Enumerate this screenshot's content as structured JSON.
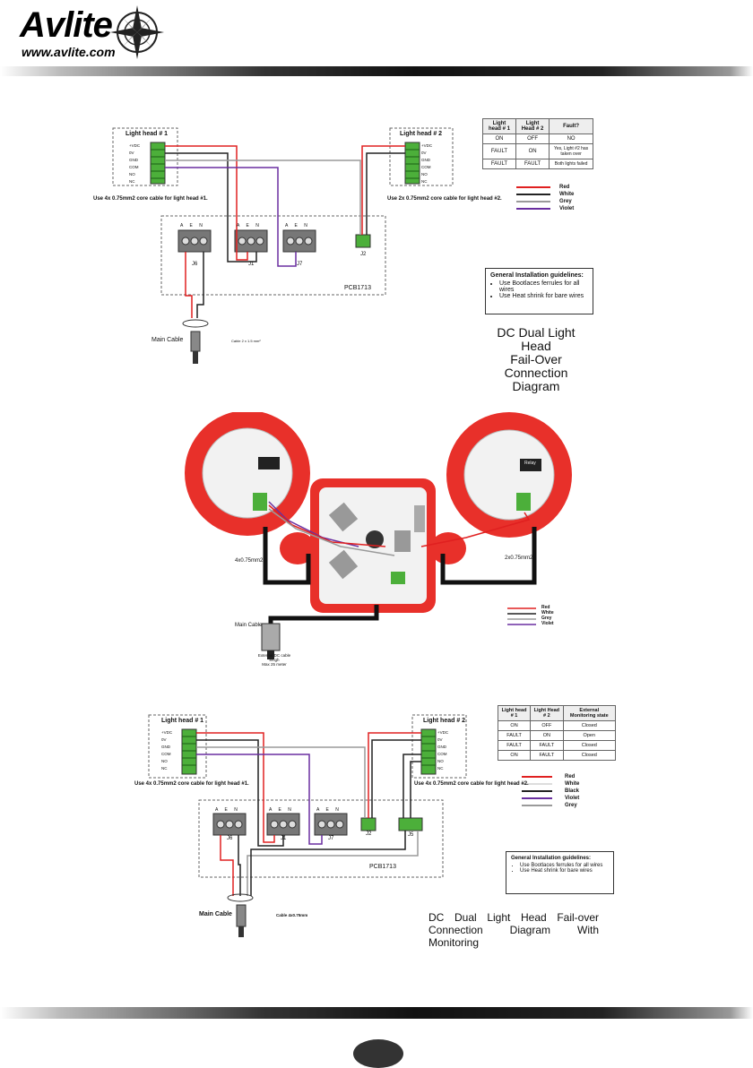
{
  "header": {
    "logo_text": "Avlite",
    "url": "www.avlite.com"
  },
  "diagram1": {
    "lh1_title": "Light head # 1",
    "lh2_title": "Light head # 2",
    "terminal_labels": [
      "+VDC",
      "0V",
      "GND",
      "COM",
      "NO",
      "NC"
    ],
    "lh1_cable_note": "Use 4x 0.75mm2 core cable for light head #1.",
    "lh2_cable_note": "Use 2x 0.75mm2 core cable for light head #2.",
    "connectors": {
      "j6": "J6",
      "j1": "J1",
      "j7": "J7",
      "j2": "J2"
    },
    "aen": [
      "A",
      "E",
      "N"
    ],
    "pcb": "PCB1713",
    "main_cable": "Main Cable",
    "cable_spec": "Cable 2 x 1.5 mm²",
    "table": {
      "headers": [
        "Light head # 1",
        "Light Head # 2",
        "Fault?"
      ],
      "rows": [
        [
          "ON",
          "OFF",
          "NO"
        ],
        [
          "FAULT",
          "ON",
          "Yes, Light #2 has taken over"
        ],
        [
          "FAULT",
          "FAULT",
          "Both lights failed"
        ]
      ]
    },
    "legend": [
      "Red",
      "White",
      "Grey",
      "Violet"
    ],
    "guidelines": {
      "title": "General Installation guidelines:",
      "items": [
        "Use Bootlaces ferrules for all wires",
        "Use Heat shrink for bare wires"
      ]
    },
    "title_lines": [
      "DC Dual Light Head",
      "Fail-Over",
      "Connection Diagram"
    ]
  },
  "diagram2": {
    "left_cable": "4x0.75mm2",
    "right_cable": "2x0.75mm2",
    "main_cable": "Main Cable",
    "ext_note_1": "External DC cable lengh",
    "ext_note_2": "Max 25 meter",
    "relay_label": "Relay",
    "legend": [
      "Red",
      "White",
      "Grey",
      "Violet"
    ]
  },
  "diagram3": {
    "lh1_title": "Light head # 1",
    "lh2_title": "Light head # 2",
    "lh1_cable_note": "Use 4x 0.75mm2 core cable for light head #1.",
    "lh2_cable_note": "Use 4x 0.75mm2 core cable for light head #2.",
    "connectors": {
      "j6": "J6",
      "j1": "J1",
      "j7": "J7",
      "j2": "J2",
      "j5": "J5"
    },
    "pcb": "PCB1713",
    "main_cable": "Main Cable",
    "cable_spec": "Cable 4x0.75mm",
    "table": {
      "headers": [
        "Light head # 1",
        "Light Head # 2",
        "External Monitoring state"
      ],
      "rows": [
        [
          "ON",
          "OFF",
          "Closed"
        ],
        [
          "FAULT",
          "ON",
          "Open"
        ],
        [
          "FAULT",
          "FAULT",
          "Closed"
        ],
        [
          "ON",
          "FAULT",
          "Closed"
        ]
      ]
    },
    "legend": [
      "Red",
      "White",
      "Black",
      "Violet",
      "Grey"
    ],
    "guidelines": {
      "title": "General Installation guidelines:",
      "items": [
        "Use Bootlaces ferrules for all wires",
        "Use Heat shrink for bare wires"
      ]
    },
    "title_lines": [
      "DC Dual Light Head Fail-over",
      "Connection Diagram With Monitoring"
    ]
  },
  "colors": {
    "red": "#e02020",
    "violet": "#6a2fa0",
    "grey": "#9a9a9a",
    "black": "#222222",
    "terminal_green": "#4caf3a",
    "device_red": "#e8302a"
  }
}
